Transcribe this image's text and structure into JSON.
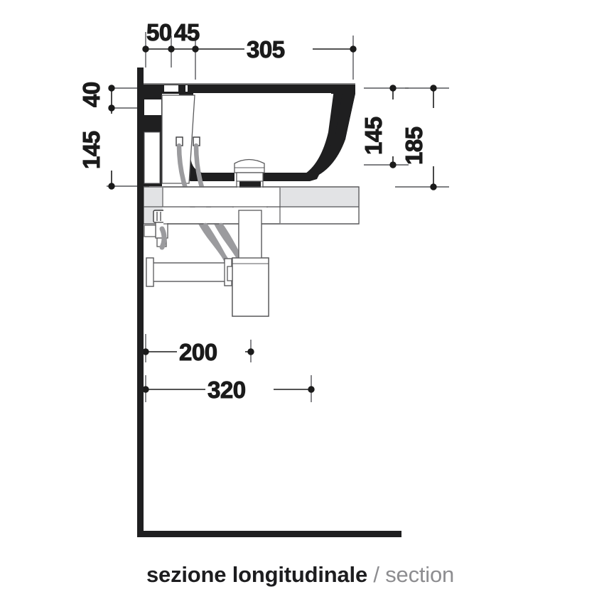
{
  "drawing": {
    "title_it": "sezione longitudinale",
    "separator": " / ",
    "title_en": "section",
    "kind": "washbasin-longitudinal-section",
    "units": "mm",
    "colors": {
      "ink": "#1b1b1b",
      "line": "#4a4a4a",
      "shade": "#e2e3e5",
      "hose": "#9b9b9e",
      "caption_secondary": "#8d8d90",
      "background": "#ffffff"
    }
  },
  "dimensions": {
    "top": [
      {
        "name": "dim-50",
        "value": "50"
      },
      {
        "name": "dim-45",
        "value": "45"
      },
      {
        "name": "dim-305",
        "value": "305"
      }
    ],
    "left": [
      {
        "name": "dim-40",
        "value": "40"
      },
      {
        "name": "dim-145-left",
        "value": "145"
      }
    ],
    "right": [
      {
        "name": "dim-145-right",
        "value": "145"
      },
      {
        "name": "dim-185",
        "value": "185"
      }
    ],
    "bottom": [
      {
        "name": "dim-200",
        "value": "200"
      },
      {
        "name": "dim-320",
        "value": "320"
      }
    ]
  },
  "components": [
    {
      "name": "wall",
      "label": "wall"
    },
    {
      "name": "floor",
      "label": "floor"
    },
    {
      "name": "basin-bowl",
      "label": "basin bowl section"
    },
    {
      "name": "basin-rim",
      "label": "basin rim"
    },
    {
      "name": "tap-block",
      "label": "tap / mixer block"
    },
    {
      "name": "pop-up-waste",
      "label": "pop-up waste"
    },
    {
      "name": "drain-pipe",
      "label": "drain pipe"
    },
    {
      "name": "bottle-trap",
      "label": "bottle trap"
    },
    {
      "name": "wall-drain-pipe",
      "label": "drain to wall"
    },
    {
      "name": "angle-valve",
      "label": "angle valve"
    },
    {
      "name": "supply-hose-hot",
      "label": "supply hose"
    },
    {
      "name": "supply-hose-cold",
      "label": "supply hose"
    },
    {
      "name": "shelf",
      "label": "counter shelf"
    }
  ]
}
